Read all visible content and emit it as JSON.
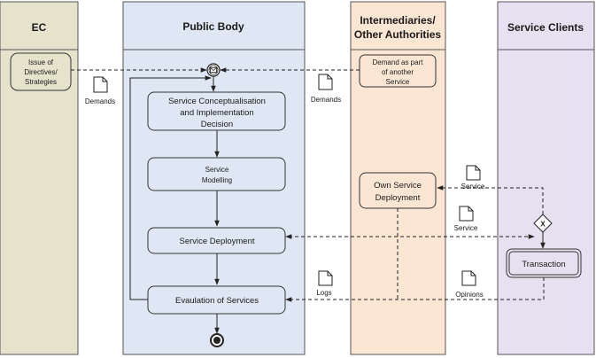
{
  "lanes": {
    "ec": {
      "title": "EC",
      "fill": "#e6e3cc"
    },
    "public_body": {
      "title": "Public Body",
      "fill": "#dfe7f4"
    },
    "intermediaries": {
      "title_line1": "Intermediaries/",
      "title_line2": "Other Authorities",
      "fill": "#fbe6d4"
    },
    "clients": {
      "title": "Service Clients",
      "fill": "#e7e0f0"
    }
  },
  "nodes": {
    "directives": [
      "Issue of",
      "Directives/",
      "Strategies"
    ],
    "demand_service": [
      "Demand as part",
      "of another",
      "Service"
    ],
    "conceptualisation": [
      "Service Conceptualisation",
      "and Implementation",
      "Decision"
    ],
    "modelling": [
      "Service",
      "Modelling"
    ],
    "deployment": [
      "Service Deployment"
    ],
    "own_deployment": [
      "Own Service",
      "Deployment"
    ],
    "transaction": [
      "Transaction"
    ],
    "evaluation": [
      "Evaulation of Services"
    ]
  },
  "documents": {
    "demands_left": "Demands",
    "demands_right": "Demands",
    "service_top": "Service",
    "service_mid": "Service",
    "logs": "Logs",
    "opinions": "Opinions"
  },
  "gateway_symbol": "X"
}
